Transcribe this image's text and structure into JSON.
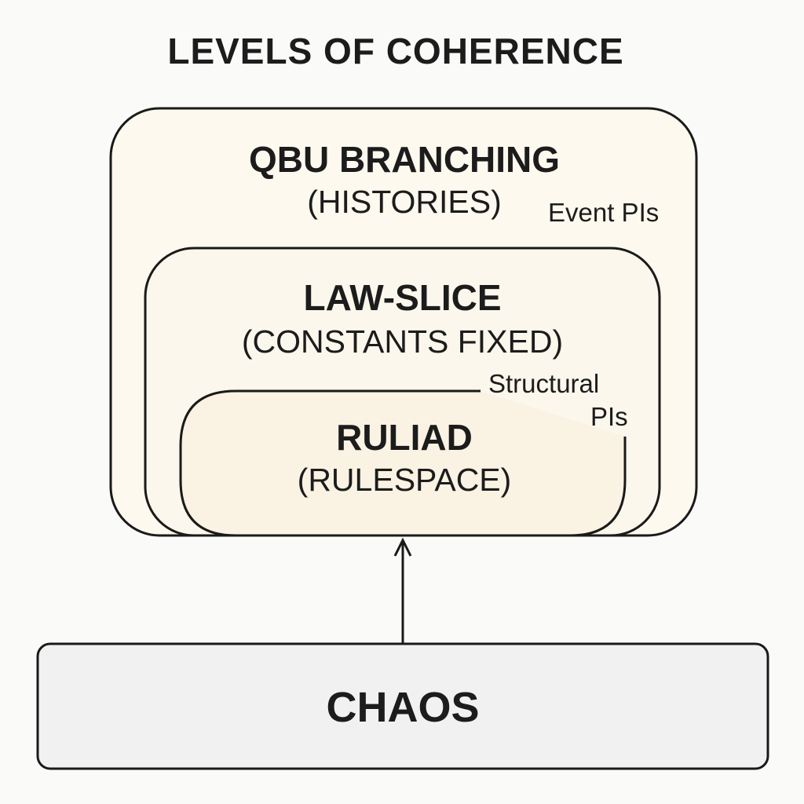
{
  "title": "LEVELS OF COHERENCE",
  "levels": [
    {
      "name": "QBU BRANCHING",
      "subtitle": "(HISTORIES)",
      "side_label": "Event PIs",
      "fill": "#fdf9ee"
    },
    {
      "name": "LAW-SLICE",
      "subtitle": "(CONSTANTS FIXED)",
      "side_label": "Structural PIs",
      "side_label_lines": [
        "Structural",
        "PIs"
      ],
      "fill": "#fcf7ec"
    },
    {
      "name": "RULIAD",
      "subtitle": "(RULESPACE)",
      "fill": "#faf2e3"
    }
  ],
  "base": {
    "name": "CHAOS",
    "fill": "#f1f1f1"
  },
  "arrow": {
    "from": "CHAOS",
    "to": "RULIAD",
    "direction": "up"
  },
  "colors": {
    "stroke": "#1a1a1a",
    "background": "#fafaf9"
  }
}
